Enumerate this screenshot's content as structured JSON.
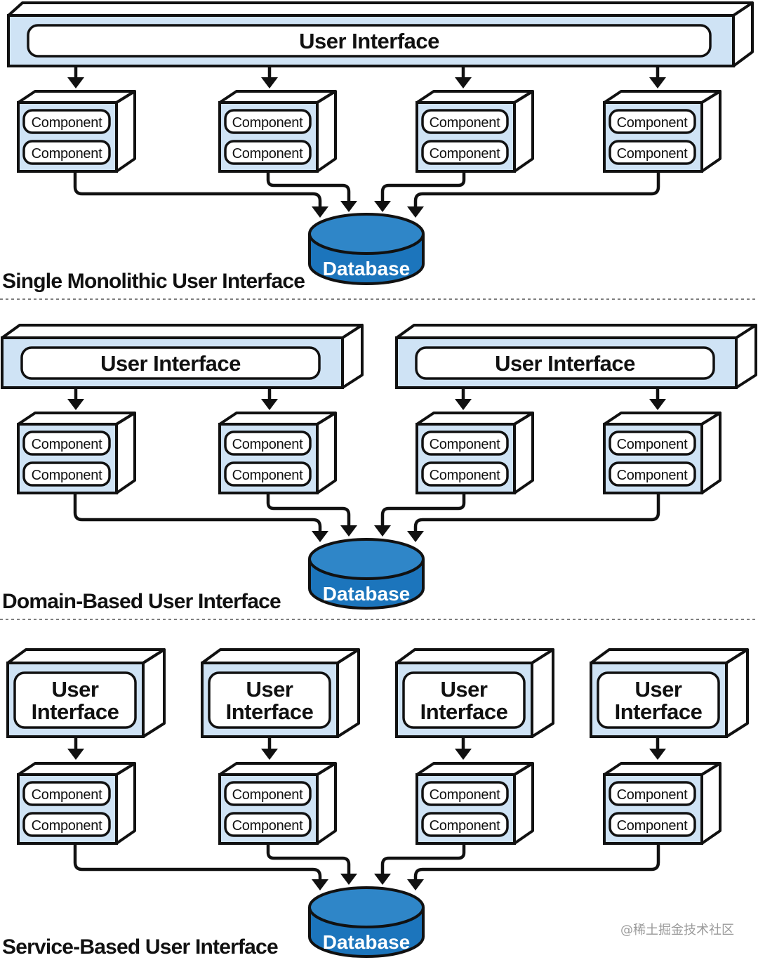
{
  "sections": [
    {
      "label": "Single Monolithic User Interface",
      "ui_boxes": [
        "User Interface"
      ],
      "components": [
        [
          "Component",
          "Component"
        ],
        [
          "Component",
          "Component"
        ],
        [
          "Component",
          "Component"
        ],
        [
          "Component",
          "Component"
        ]
      ],
      "database": "Database"
    },
    {
      "label": "Domain-Based User Interface",
      "ui_boxes": [
        "User Interface",
        "User Interface"
      ],
      "components": [
        [
          "Component",
          "Component"
        ],
        [
          "Component",
          "Component"
        ],
        [
          "Component",
          "Component"
        ],
        [
          "Component",
          "Component"
        ]
      ],
      "database": "Database"
    },
    {
      "label": "Service-Based User Interface",
      "ui_boxes": [
        [
          "User",
          "Interface"
        ],
        [
          "User",
          "Interface"
        ],
        [
          "User",
          "Interface"
        ],
        [
          "User",
          "Interface"
        ]
      ],
      "components": [
        [
          "Component",
          "Component"
        ],
        [
          "Component",
          "Component"
        ],
        [
          "Component",
          "Component"
        ],
        [
          "Component",
          "Component"
        ]
      ],
      "database": "Database"
    }
  ],
  "watermark": "@稀土掘金技术社区",
  "colors": {
    "box_fill": "#cfe3f5",
    "database": "#1c75bc",
    "outline": "#111111"
  }
}
